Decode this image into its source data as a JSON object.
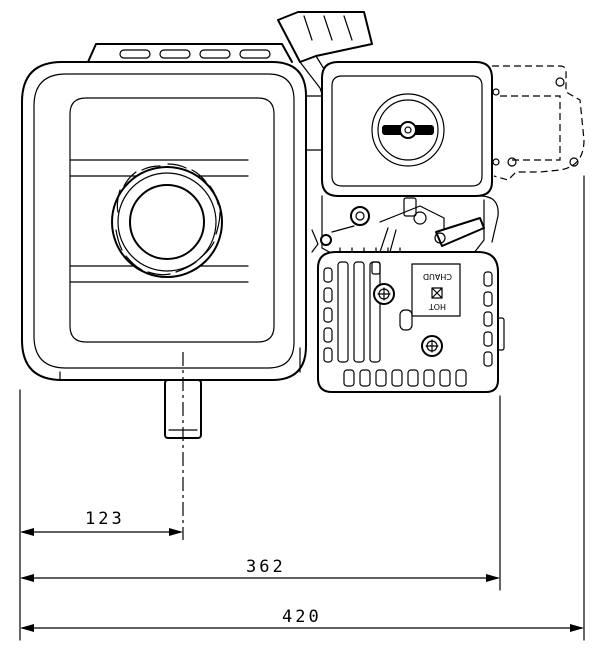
{
  "dimensions": [
    {
      "id": "dim-123",
      "label": "123"
    },
    {
      "id": "dim-362",
      "label": "362"
    },
    {
      "id": "dim-420",
      "label": "420"
    }
  ],
  "labels": {
    "warning_top": "CHAUD",
    "warning_bottom": "HOT"
  },
  "colors": {
    "line": "#000000",
    "background": "#ffffff"
  }
}
